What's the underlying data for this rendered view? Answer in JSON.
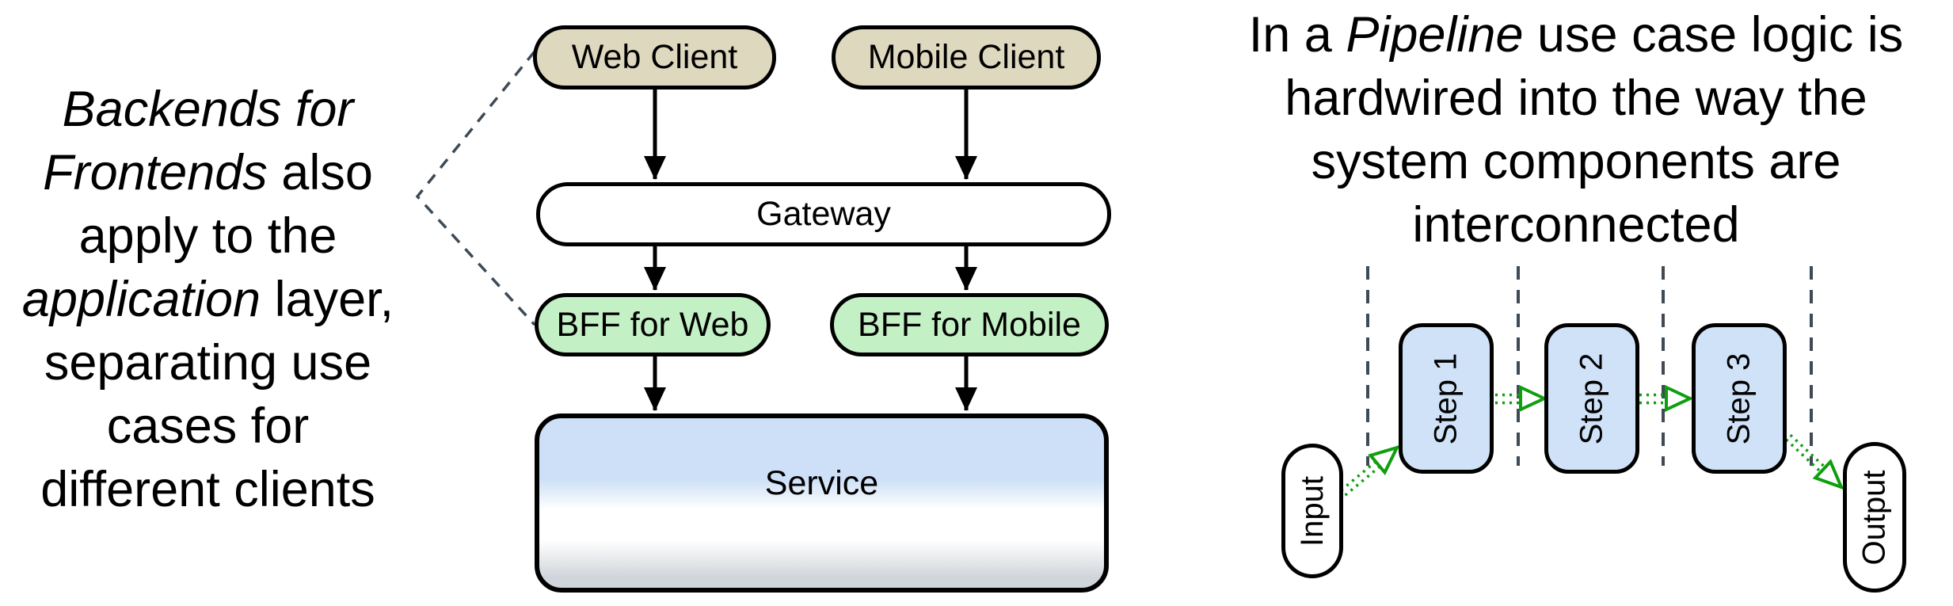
{
  "left_note": {
    "line1_italic": "Backends for",
    "line2_italic": "Frontends",
    "line2_rest": " also",
    "line3": "apply to the",
    "line4_italic": "application",
    "line4_rest": " layer,",
    "line5": "separating use",
    "line6": "cases for",
    "line7": "different clients"
  },
  "right_note": {
    "line1_pre": "In a ",
    "line1_italic": "Pipeline",
    "line1_post": " use case logic is",
    "line2": "hardwired into the way the",
    "line3": "system components are",
    "line4": "interconnected"
  },
  "bff_diagram": {
    "web_client": "Web Client",
    "mobile_client": "Mobile Client",
    "gateway": "Gateway",
    "bff_web": "BFF for Web",
    "bff_mobile": "BFF for Mobile",
    "service": "Service"
  },
  "pipeline_diagram": {
    "input": "Input",
    "steps": [
      "Step 1",
      "Step 2",
      "Step 3"
    ],
    "output": "Output"
  },
  "colors": {
    "background": "#ffffff",
    "text": "#000000",
    "node_border": "#000000",
    "client_fill": "#ded8bf",
    "gateway_fill": "#ffffff",
    "bff_fill": "#c3f0c4",
    "step_fill": "#cfe2f8",
    "service_blue": "#cde0f7",
    "service_white": "#ffffff",
    "service_gray": "#d0d5db",
    "io_fill": "#ffffff",
    "dashed_line": "#3e4a55",
    "green_arrow": "#0e9e0e",
    "black_arrow": "#000000"
  }
}
